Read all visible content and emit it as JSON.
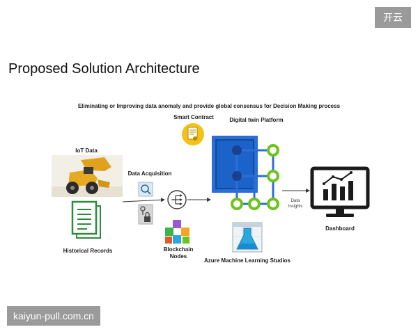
{
  "corner_badge": "开云",
  "slide": {
    "title": "Proposed Solution Architecture",
    "subtitle": "Eliminating or Improving data anomaly and provide global  consensus for Decision Making process"
  },
  "nodes": {
    "iot_data": "IoT Data",
    "historical_records": "Historical Records",
    "data_acquisition": "Data Acquisition",
    "blockchain_nodes_line1": "Blockchain",
    "blockchain_nodes_line2": "Nodes",
    "smart_contract": "Smart Contract",
    "digital_twin": "Digital twin Platform",
    "azure_ml": "Azure Machine Learning Studios",
    "data_insights_line1": "Data",
    "data_insights_line2": "Insights",
    "dashboard": "Dashboard"
  },
  "colors": {
    "twin_blue": "#2a6fd6",
    "twin_navy": "#1c3f8f",
    "node_green": "#6cc418",
    "contract_gold": "#f3c21a",
    "records_green": "#2e8b3a",
    "monitor_dark": "#1a1a1a"
  },
  "watermark": "kaiyun-pull.com.cn"
}
